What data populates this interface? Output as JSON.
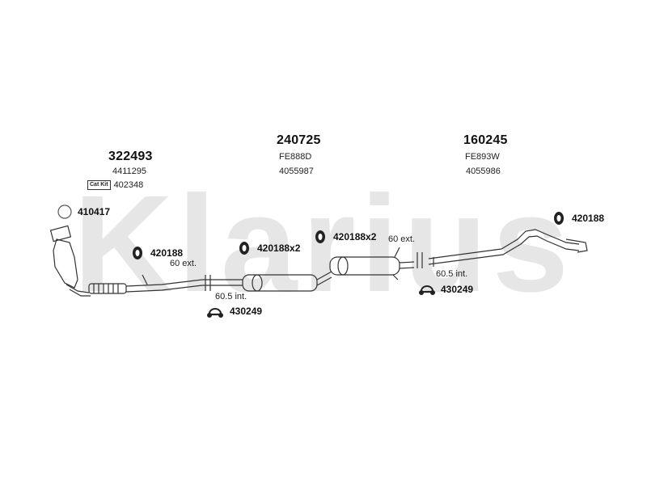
{
  "watermark": "Klarius",
  "groups": {
    "left": {
      "part_no": "322493",
      "ref": "4411295",
      "cat_kit_label": "Cat Kit",
      "cat_kit_ref": "402348"
    },
    "middle": {
      "part_no": "240725",
      "code": "FE888D",
      "ref": "4055987"
    },
    "right": {
      "part_no": "160245",
      "code": "FE893W",
      "ref": "4055986"
    }
  },
  "callouts": {
    "gasket": "410417",
    "hanger_left": "420188",
    "hanger_mid": "420188x2",
    "hanger_mid2": "420188x2",
    "hanger_right": "420188",
    "clamp_left": "430249",
    "clamp_right": "430249"
  },
  "notes": {
    "ext_left": "60 ext.",
    "int_left": "60.5 int.",
    "ext_mid": "60 ext.",
    "int_right": "60.5 int."
  },
  "colors": {
    "watermark": "#e6e6e6",
    "line": "#333333"
  }
}
